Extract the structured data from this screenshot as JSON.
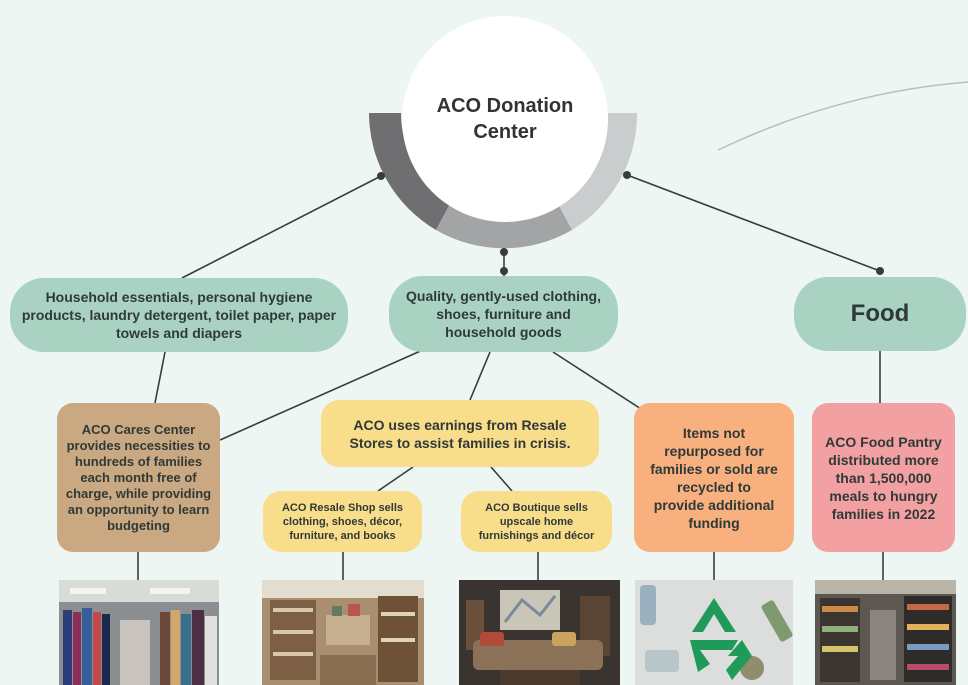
{
  "center": {
    "title": "ACO Donation Center"
  },
  "level1": {
    "household": "Household essentials, personal hygiene products, laundry detergent, toilet paper, paper towels and diapers",
    "quality": "Quality, gently-used clothing, shoes, furniture and household goods",
    "food": "Food"
  },
  "level2": {
    "cares": "ACO Cares Center provides necessities to hundreds of families each month free of charge, while providing an opportunity to learn budgeting",
    "earnings": "ACO uses earnings from Resale Stores to assist families in crisis.",
    "recycled": "Items not repurposed for families or sold are recycled to provide  additional funding",
    "pantry": "ACO Food Pantry distributed more than 1,500,000 meals to hungry families in 2022"
  },
  "level3": {
    "resale": "ACO Resale Shop sells clothing, shoes, décor, furniture, and books",
    "boutique": "ACO Boutique sells upscale home furnishings and décor"
  },
  "photos": [
    {
      "subject": "clothing-store-photo"
    },
    {
      "subject": "resale-shop-photo"
    },
    {
      "subject": "boutique-living-room-photo"
    },
    {
      "subject": "recycling-symbol-photo"
    },
    {
      "subject": "food-pantry-shelves-photo"
    }
  ],
  "colors": {
    "pill": "#a9d2c3",
    "tan": "#c9a882",
    "yellow": "#f8dd8a",
    "orange": "#f7b07e",
    "pink": "#f3a0a2",
    "ring_dark": "#6f6f72",
    "ring_mid": "#a2a4a6",
    "ring_light": "#c9cdcd",
    "background": "#eef6f4"
  }
}
